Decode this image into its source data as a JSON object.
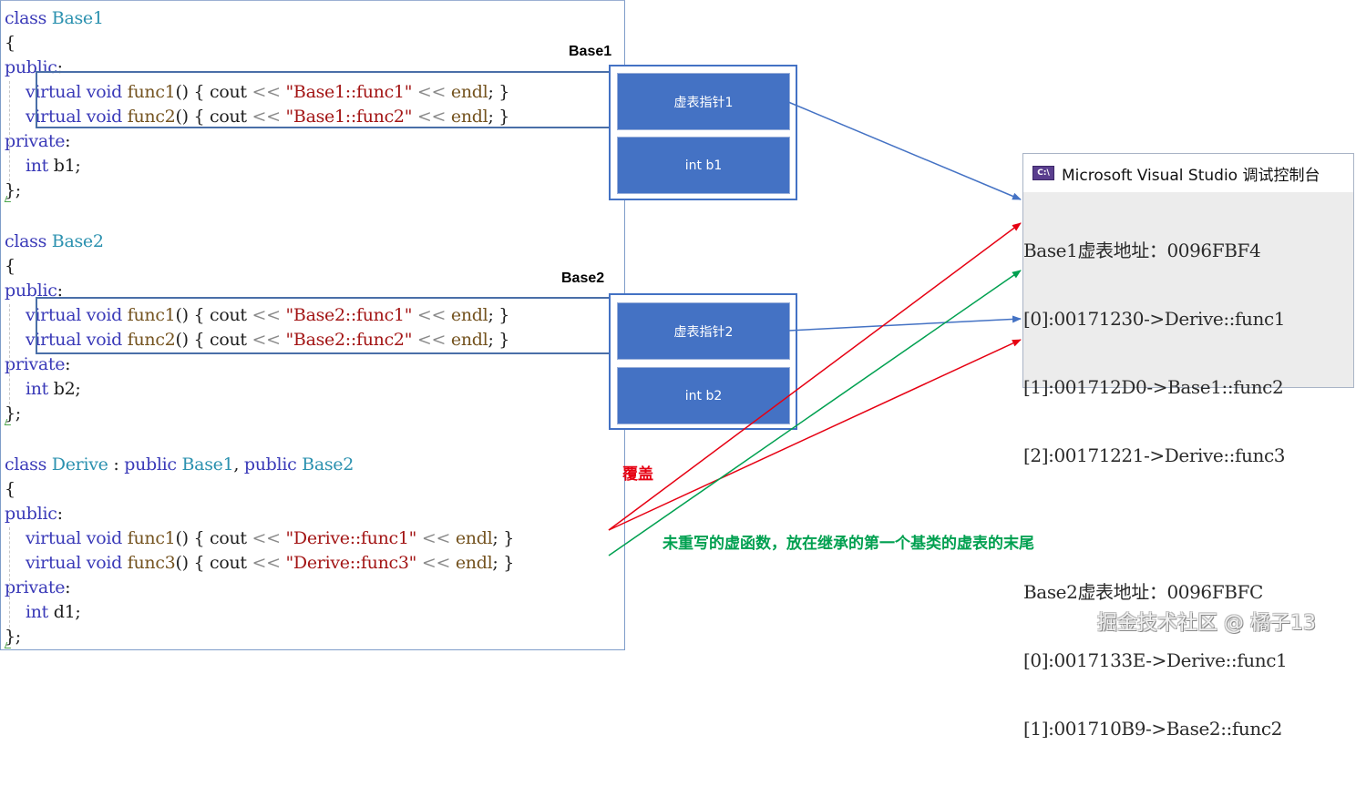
{
  "code": {
    "base1": {
      "lines": [
        [
          [
            "kw",
            "class "
          ],
          [
            "ty",
            "Base1"
          ]
        ],
        [
          [
            "pl",
            "{"
          ]
        ],
        [
          [
            "kw",
            "public"
          ],
          [
            "pl",
            ":"
          ]
        ],
        [
          [
            "pl",
            "    "
          ],
          [
            "kw",
            "virtual void "
          ],
          [
            "fn",
            "func1"
          ],
          [
            "pl",
            "() { cout "
          ],
          [
            "op",
            "<< "
          ],
          [
            "st",
            "\"Base1::func1\""
          ],
          [
            "op",
            " << "
          ],
          [
            "fn",
            "endl"
          ],
          [
            "pl",
            "; }"
          ]
        ],
        [
          [
            "pl",
            "    "
          ],
          [
            "kw",
            "virtual void "
          ],
          [
            "fn",
            "func2"
          ],
          [
            "pl",
            "() { cout "
          ],
          [
            "op",
            "<< "
          ],
          [
            "st",
            "\"Base1::func2\""
          ],
          [
            "op",
            " << "
          ],
          [
            "fn",
            "endl"
          ],
          [
            "pl",
            "; }"
          ]
        ],
        [
          [
            "kw",
            "private"
          ],
          [
            "pl",
            ":"
          ]
        ],
        [
          [
            "pl",
            "    "
          ],
          [
            "kw",
            "int "
          ],
          [
            "pl",
            "b1;"
          ]
        ],
        [
          [
            "pl",
            "};"
          ]
        ]
      ]
    },
    "base2": {
      "lines": [
        [
          [
            "kw",
            "class "
          ],
          [
            "ty",
            "Base2"
          ]
        ],
        [
          [
            "pl",
            "{"
          ]
        ],
        [
          [
            "kw",
            "public"
          ],
          [
            "pl",
            ":"
          ]
        ],
        [
          [
            "pl",
            "    "
          ],
          [
            "kw",
            "virtual void "
          ],
          [
            "fn",
            "func1"
          ],
          [
            "pl",
            "() { cout "
          ],
          [
            "op",
            "<< "
          ],
          [
            "st",
            "\"Base2::func1\""
          ],
          [
            "op",
            " << "
          ],
          [
            "fn",
            "endl"
          ],
          [
            "pl",
            "; }"
          ]
        ],
        [
          [
            "pl",
            "    "
          ],
          [
            "kw",
            "virtual void "
          ],
          [
            "fn",
            "func2"
          ],
          [
            "pl",
            "() { cout "
          ],
          [
            "op",
            "<< "
          ],
          [
            "st",
            "\"Base2::func2\""
          ],
          [
            "op",
            " << "
          ],
          [
            "fn",
            "endl"
          ],
          [
            "pl",
            "; }"
          ]
        ],
        [
          [
            "kw",
            "private"
          ],
          [
            "pl",
            ":"
          ]
        ],
        [
          [
            "pl",
            "    "
          ],
          [
            "kw",
            "int "
          ],
          [
            "pl",
            "b2;"
          ]
        ],
        [
          [
            "pl",
            "};"
          ]
        ]
      ]
    },
    "derive": {
      "lines": [
        [
          [
            "kw",
            "class "
          ],
          [
            "ty",
            "Derive"
          ],
          [
            "pl",
            " : "
          ],
          [
            "kw",
            "public "
          ],
          [
            "ty",
            "Base1"
          ],
          [
            "pl",
            ", "
          ],
          [
            "kw",
            "public "
          ],
          [
            "ty",
            "Base2"
          ]
        ],
        [
          [
            "pl",
            "{"
          ]
        ],
        [
          [
            "kw",
            "public"
          ],
          [
            "pl",
            ":"
          ]
        ],
        [
          [
            "pl",
            "    "
          ],
          [
            "kw",
            "virtual void "
          ],
          [
            "fn",
            "func1"
          ],
          [
            "pl",
            "() { cout "
          ],
          [
            "op",
            "<< "
          ],
          [
            "st",
            "\"Derive::func1\""
          ],
          [
            "op",
            " << "
          ],
          [
            "fn",
            "endl"
          ],
          [
            "pl",
            "; }"
          ]
        ],
        [
          [
            "pl",
            "    "
          ],
          [
            "kw",
            "virtual void "
          ],
          [
            "fn",
            "func3"
          ],
          [
            "pl",
            "() { cout "
          ],
          [
            "op",
            "<< "
          ],
          [
            "st",
            "\"Derive::func3\""
          ],
          [
            "op",
            " << "
          ],
          [
            "fn",
            "endl"
          ],
          [
            "pl",
            "; }"
          ]
        ],
        [
          [
            "kw",
            "private"
          ],
          [
            "pl",
            ":"
          ]
        ],
        [
          [
            "pl",
            "    "
          ],
          [
            "kw",
            "int "
          ],
          [
            "pl",
            "d1;"
          ]
        ],
        [
          [
            "pl",
            "};"
          ]
        ]
      ]
    }
  },
  "memory": {
    "base1": {
      "label": "Base1",
      "vptr": "虚表指针1",
      "member": "int b1"
    },
    "base2": {
      "label": "Base2",
      "vptr": "虚表指针2",
      "member": "int b2"
    }
  },
  "console": {
    "icon_text": "C:\\",
    "title": "Microsoft Visual Studio 调试控制台",
    "lines": [
      "Base1虚表地址：0096FBF4",
      "[0]:00171230->Derive::func1",
      "[1]:001712D0->Base1::func2",
      "[2]:00171221->Derive::func3",
      "",
      "Base2虚表地址：0096FBFC",
      "[0]:0017133E->Derive::func1",
      "[1]:001710B9->Base2::func2"
    ]
  },
  "annotations": {
    "override": "覆盖",
    "note": "未重写的虚函数，放在继承的第一个基类的虚表的末尾"
  },
  "colors": {
    "pointer_arrow": "#4472c4",
    "override_arrow": "#e60012",
    "append_arrow": "#00a050",
    "cell_fill": "#4472c4"
  },
  "watermark": "掘金技术社区 @ 橘子13"
}
